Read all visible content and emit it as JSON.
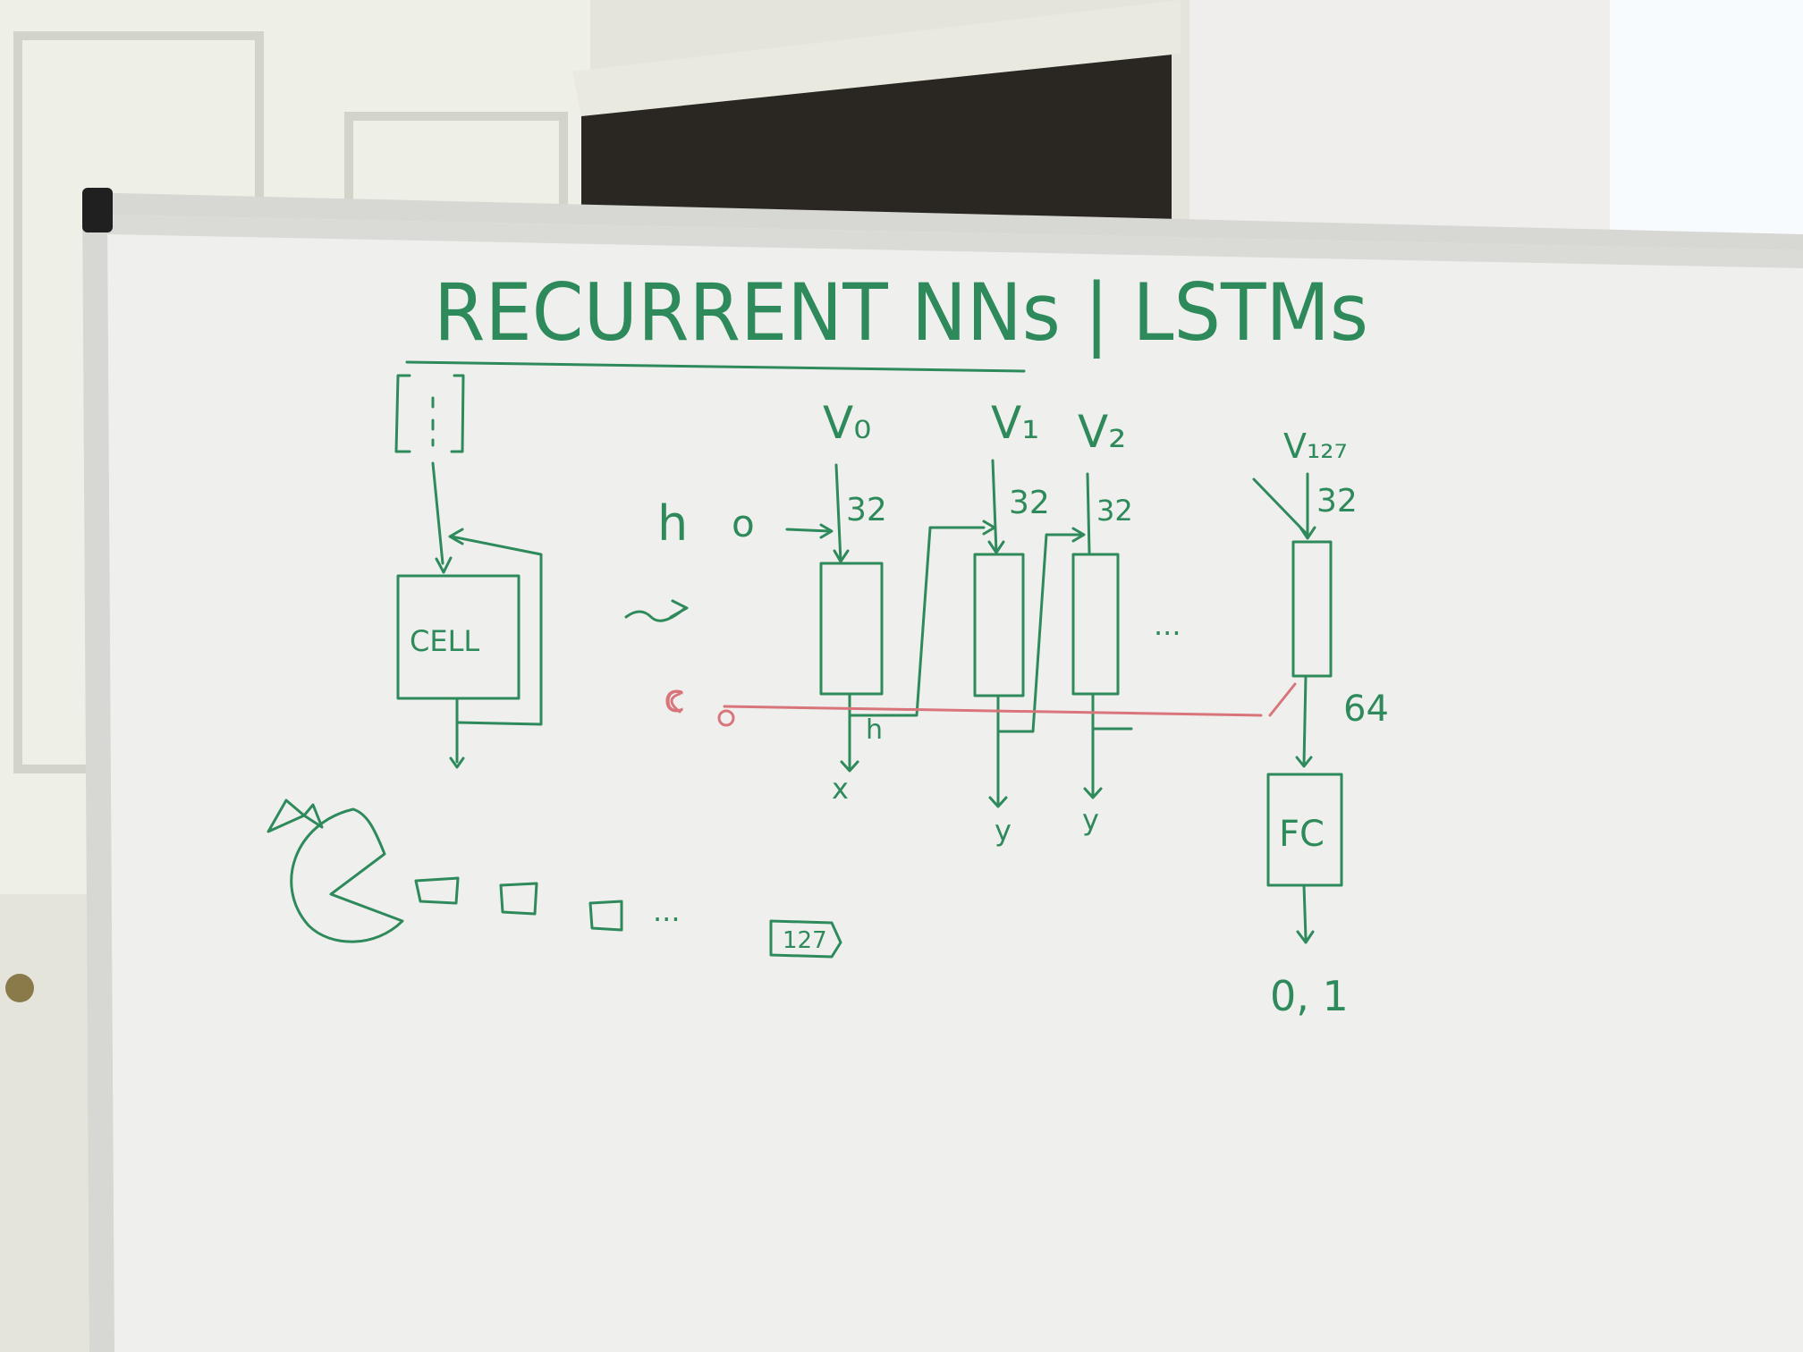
{
  "whiteboard": {
    "title": "RECURRENT NNs | LSTMs",
    "ink_color": "#2f8a5b",
    "cell_state_color": "#d9757a",
    "left_diagram": {
      "cell_label": "CELL",
      "arrow": "~>"
    },
    "unrolled": {
      "hidden_label": "h",
      "hidden_init": "o",
      "cell_label": "c",
      "cell_init": "o",
      "steps": [
        {
          "input": "V₀",
          "size": "32",
          "output": "x"
        },
        {
          "input": "V₁",
          "size": "32",
          "output": "y"
        },
        {
          "input": "V₂",
          "size": "32",
          "output": "y"
        },
        {
          "input": "V₁₂₇",
          "size": "32"
        }
      ],
      "hidden_out_label": "h",
      "ellipsis": "...",
      "final_size": "64",
      "fc_label": "FC",
      "final_output": "0, 1"
    },
    "sequence": {
      "ellipsis": "...",
      "last_label": "127"
    }
  }
}
